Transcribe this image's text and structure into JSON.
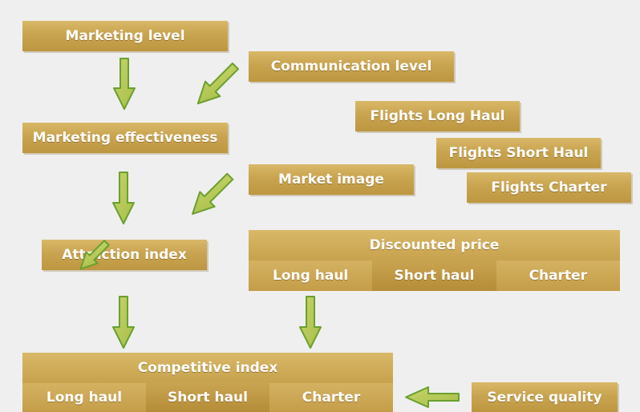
{
  "nodes": {
    "marketing_level": "Marketing level",
    "communication_level": "Communication level",
    "marketing_effectiveness": "Marketing effectiveness",
    "flights_long_haul": "Flights Long Haul",
    "flights_short_haul": "Flights Short Haul",
    "flights_charter": "Flights Charter",
    "market_image": "Market image",
    "attraction_index": "Attraction index",
    "service_quality": "Service quality"
  },
  "discounted_price": {
    "title": "Discounted price",
    "cells": [
      "Long haul",
      "Short haul",
      "Charter"
    ]
  },
  "competitive_index": {
    "title": "Competitive index",
    "cells": [
      "Long haul",
      "Short haul",
      "Charter"
    ]
  },
  "colors": {
    "box": "#c9a450",
    "arrow_fill": "#b0c456",
    "arrow_stroke": "#6aa02e",
    "text": "#ffffff",
    "background": "#efefef"
  }
}
